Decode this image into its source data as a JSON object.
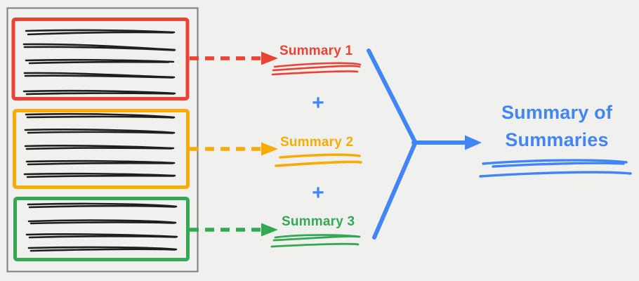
{
  "labels": {
    "summary1": "Summary 1",
    "summary2": "Summary 2",
    "summary3": "Summary 3",
    "plus": "+",
    "title": "Summary of Summaries"
  },
  "document": {
    "border_color": "#7D7D7D",
    "sections": [
      {
        "name": "section-top",
        "color": "#EA4335",
        "text_lines_depicted": 5
      },
      {
        "name": "section-middle",
        "color": "#FAAB03",
        "text_lines_depicted": 5
      },
      {
        "name": "section-bottom",
        "color": "#34A853",
        "text_lines_depicted": 4
      }
    ]
  },
  "colors": {
    "red": "#EA4335",
    "orange": "#FAAB03",
    "green": "#34A853",
    "blue": "#4285F4",
    "ink": "#1F1F1F",
    "background": "#F0F0EE"
  }
}
